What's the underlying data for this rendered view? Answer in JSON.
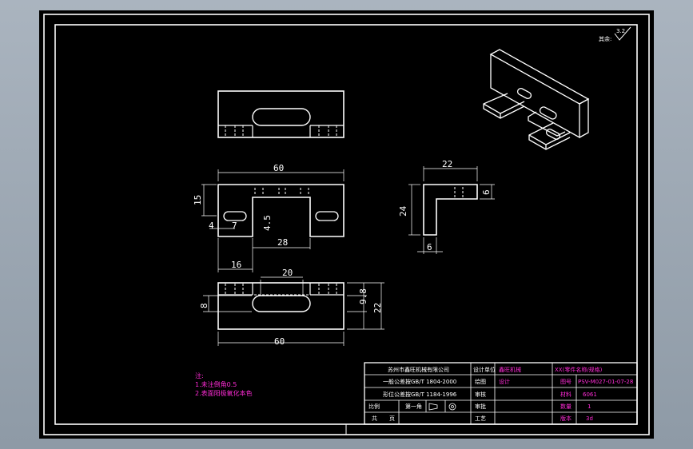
{
  "roughness": {
    "label": "其余:",
    "value": "3.2"
  },
  "dimensions": {
    "d60_top": "60",
    "d15": "15",
    "d4": "4",
    "d7": "7",
    "d45": "4.5",
    "d28": "28",
    "d16": "16",
    "d22_side": "22",
    "d6_side_r": "6",
    "d24": "24",
    "d6_side_b": "6",
    "d20": "20",
    "d8": "8",
    "d98": "9.8",
    "d22_bottom": "22",
    "d60_bottom": "60"
  },
  "notes": {
    "title": "注:",
    "line1": "1.未注倒角0.5",
    "line2": "2.表面阳极氧化本色"
  },
  "title_block": {
    "company": "苏州市鑫旺机械有限公司",
    "row2": "一般公差按GB/T 1804-2000",
    "row3": "形位公差按GB/T 1184-1996",
    "r1c2": "设计单位",
    "r1c3": "鑫旺机械",
    "r1c4": "XX(零件名称/规格)",
    "r2c2": "绘图",
    "r2c3": "设计",
    "r2c4a": "图号",
    "r2c4b": "PSV-M027-01-07-28",
    "r3c2": "审核",
    "r3c4a": "材料",
    "r3c4b": "6061",
    "r4c1": "比例",
    "r4c1b": "第一角",
    "r4c2": "审批",
    "r4c4a": "数量",
    "r4c4b": "1",
    "r5c1": "共",
    "r5c1b": "页",
    "r5c2": "工艺",
    "r5c4a": "版本",
    "r5c4b": "3d"
  }
}
